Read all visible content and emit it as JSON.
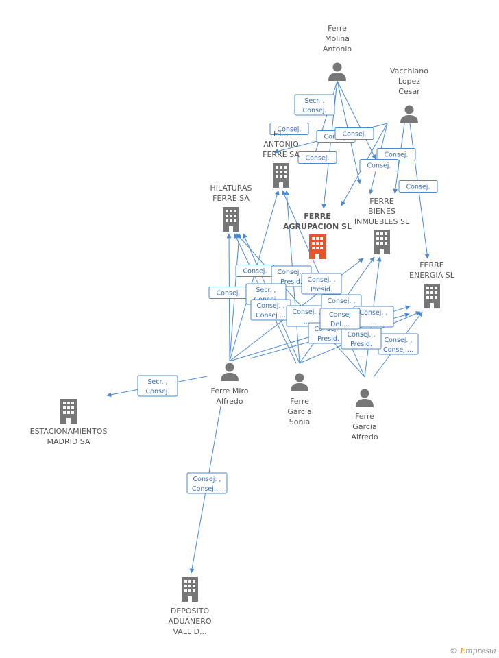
{
  "colors": {
    "edge": "#4a8ad4",
    "company": "#777777",
    "main_company": "#e8542a",
    "person": "#777777",
    "label": "#555555"
  },
  "nodes": [
    {
      "id": "ferre_molina",
      "type": "person",
      "label": [
        "Ferre",
        "Molina",
        "Antonio"
      ]
    },
    {
      "id": "vacchiano",
      "type": "person",
      "label": [
        "Vacchiano",
        "Lopez",
        "Cesar"
      ]
    },
    {
      "id": "hil_antonio",
      "type": "company",
      "label": [
        "HI...",
        "ANTONIO",
        "FERRE SA"
      ]
    },
    {
      "id": "hilaturas",
      "type": "company",
      "label": [
        "HILATURAS",
        "FERRE SA"
      ]
    },
    {
      "id": "agrupacion",
      "type": "main",
      "label": [
        "FERRE",
        "AGRUPACION SL"
      ]
    },
    {
      "id": "bienes",
      "type": "company",
      "label": [
        "FERRE",
        "BIENES",
        "INMUEBLES SL"
      ]
    },
    {
      "id": "energia",
      "type": "company",
      "label": [
        "FERRE",
        "ENERGIA SL"
      ]
    },
    {
      "id": "ferre_miro",
      "type": "person",
      "label": [
        "Ferre Miro",
        "Alfredo"
      ]
    },
    {
      "id": "sonia",
      "type": "person",
      "label": [
        "Ferre",
        "Garcia",
        "Sonia"
      ]
    },
    {
      "id": "garcia_alfredo",
      "type": "person",
      "label": [
        "Ferre",
        "Garcia",
        "Alfredo"
      ]
    },
    {
      "id": "estacionamientos",
      "type": "company",
      "label": [
        "ESTACIONAMIENTOS",
        "MADRID SA"
      ]
    },
    {
      "id": "deposito",
      "type": "company",
      "label": [
        "DEPOSITO",
        "ADUANERO",
        "VALL D..."
      ]
    }
  ],
  "edge_labels": [
    [
      "Consej."
    ],
    [
      "Consej."
    ],
    [
      "Consej."
    ],
    [
      "Consej."
    ],
    [
      "Consej."
    ],
    [
      "Consej."
    ],
    [
      "Consej."
    ],
    [
      "Consej."
    ],
    [
      "Consej."
    ],
    [
      "Consej."
    ],
    [
      "Consej. ,",
      "Presid."
    ],
    [
      "Consej. ,",
      "Presid."
    ],
    [
      "Secr. ,",
      "Consej."
    ],
    [
      "Consej. ,",
      "Consej...."
    ],
    [
      "Consej. ,",
      "..."
    ],
    [
      "Consej. ,",
      "Presid."
    ],
    [
      "Consej. ,",
      "Sec..."
    ],
    [
      "Consej. ,",
      "..."
    ],
    [
      "Consej. ,",
      "Consej...."
    ],
    [
      "Consej. ,",
      "Presid."
    ],
    [
      "Consej",
      "Del...."
    ],
    [
      "Secr. ,",
      "Consej."
    ],
    [
      "Consej. ,",
      "Consej...."
    ],
    [
      "Secr. ,",
      "Consej."
    ],
    [
      "Consej."
    ]
  ],
  "watermark": {
    "copyright": "©",
    "brand_first": "E",
    "brand_rest": "mpresia"
  }
}
